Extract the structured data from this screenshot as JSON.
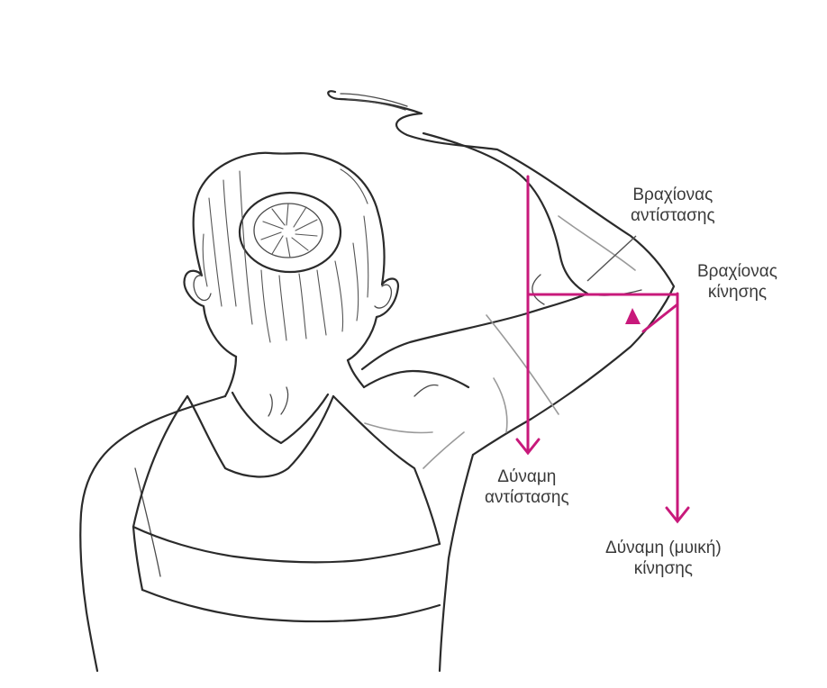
{
  "colors": {
    "accent": "#c8197b",
    "ink": "#2b2b2b",
    "label": "#3a3a3a"
  },
  "labels": {
    "resistance_arm": {
      "line1": "Βραχίονας",
      "line2": "αντίστασης"
    },
    "effort_arm": {
      "line1": "Βραχίονας",
      "line2": "κίνησης"
    },
    "resistance_force": {
      "line1": "Δύναμη",
      "line2": "αντίστασης"
    },
    "effort_force": {
      "line1": "Δύναμη (μυική)",
      "line2": "κίνησης"
    }
  },
  "icons": {
    "fulcrum": "fulcrum-triangle-icon",
    "arrow": "arrow-down-icon"
  }
}
